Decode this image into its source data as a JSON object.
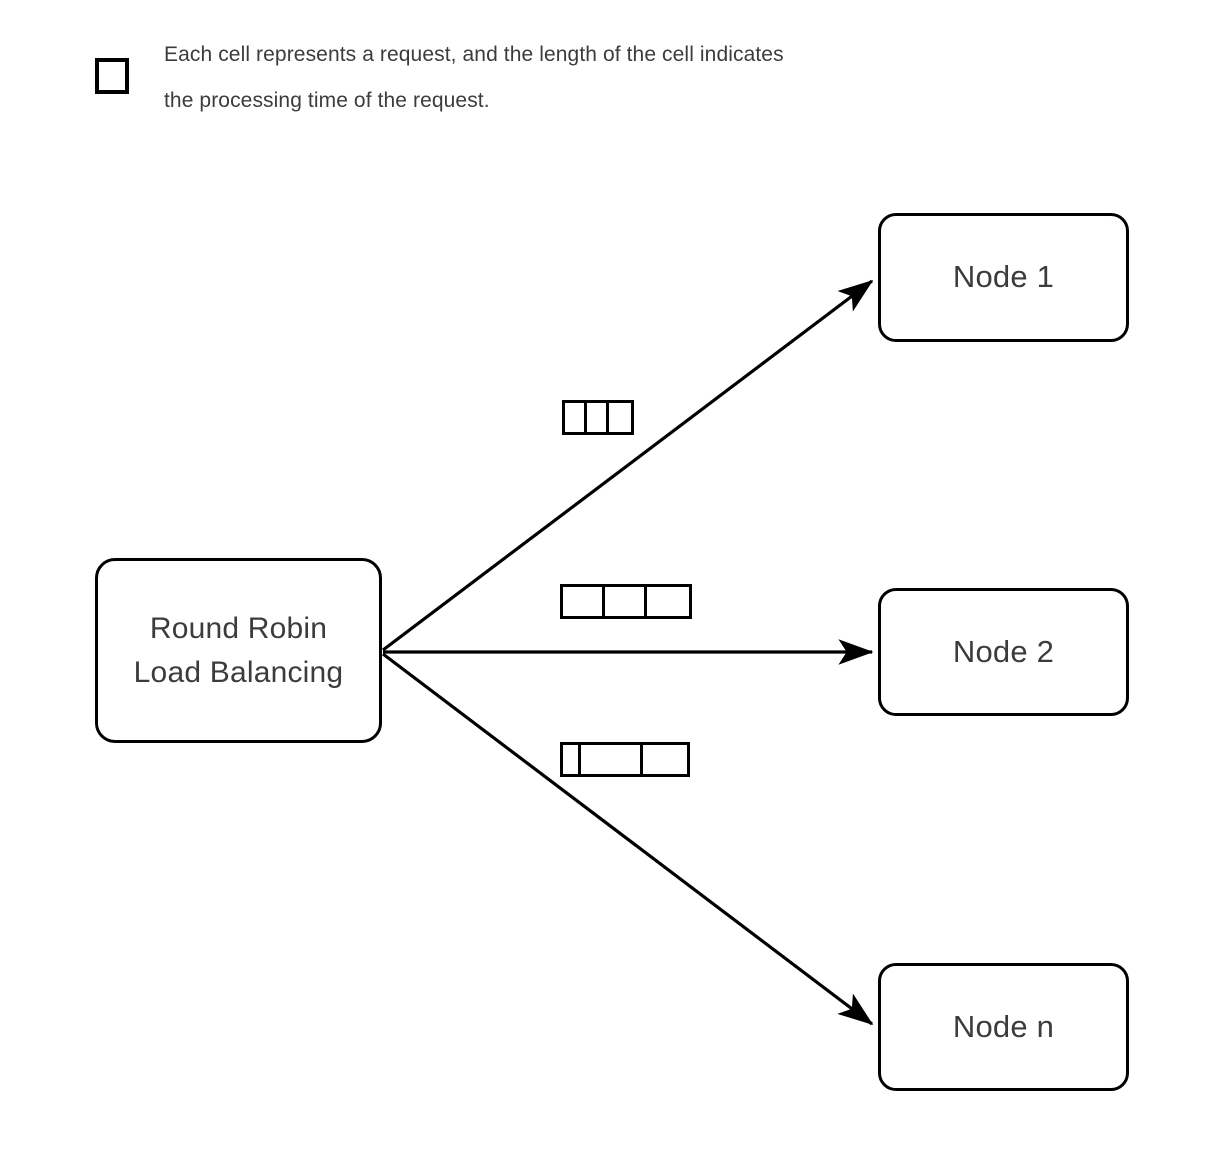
{
  "diagram": {
    "title": "Round Robin Load Balancing",
    "background_color": "#ffffff",
    "stroke_color": "#000000",
    "text_color": "#3c3c3c"
  },
  "legend": {
    "swatch_icon": "square-outline-icon",
    "text": "Each cell represents a request, and the length of the cell indicates\nthe processing time of the request."
  },
  "source": {
    "label": "Round Robin\nLoad Balancing"
  },
  "nodes": [
    {
      "id": "node-1",
      "label": "Node 1"
    },
    {
      "id": "node-2",
      "label": "Node 2"
    },
    {
      "id": "node-n",
      "label": "Node n"
    }
  ],
  "connections": [
    {
      "id": "arrow-to-node-1",
      "from": "source",
      "to": "node-1",
      "arrowhead": "filled-triangle"
    },
    {
      "id": "arrow-to-node-2",
      "from": "source",
      "to": "node-2",
      "arrowhead": "filled-triangle"
    },
    {
      "id": "arrow-to-node-n",
      "from": "source",
      "to": "node-n",
      "arrowhead": "filled-triangle"
    }
  ],
  "request_queues": [
    {
      "id": "cells-node-1",
      "for_node": "node-1",
      "cell_count": 3,
      "cell_widths": [
        22,
        22,
        22
      ]
    },
    {
      "id": "cells-node-2",
      "for_node": "node-2",
      "cell_count": 3,
      "cell_widths": [
        42,
        42,
        42
      ]
    },
    {
      "id": "cells-node-n",
      "for_node": "node-n",
      "cell_count": 3,
      "cell_widths": [
        18,
        62,
        44
      ]
    }
  ]
}
